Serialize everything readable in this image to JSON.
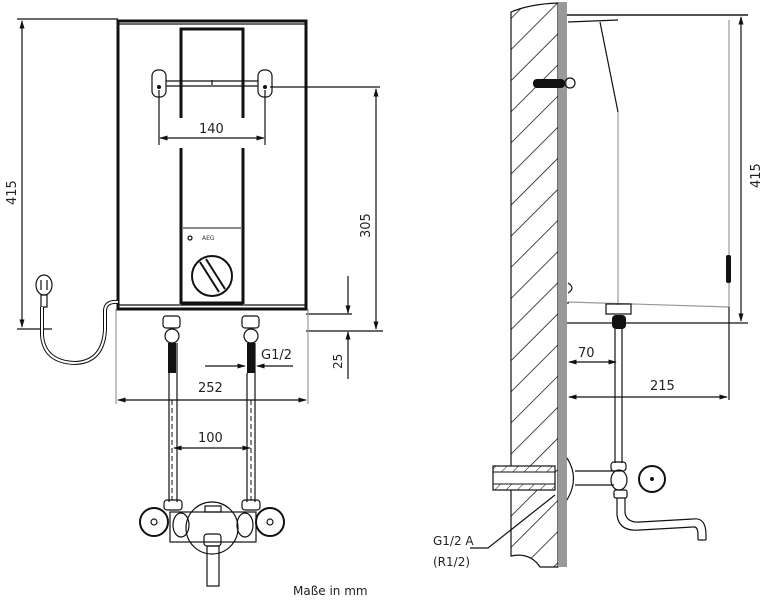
{
  "drawing": {
    "subject": "Wall-mounted instantaneous water heater installation dimensions",
    "brand_mark": "AEG",
    "units_note": "Maße in mm",
    "colors": {
      "line": "#111111",
      "wall_face": "#999999",
      "text": "#222222",
      "background": "#ffffff"
    }
  },
  "front_view": {
    "dimensions": {
      "height_total": "415",
      "bracket_spacing": "140",
      "bracket_to_connection": "305",
      "connection_depth": "25",
      "thread": "G1/2",
      "width_total": "252",
      "pipe_spacing": "100"
    }
  },
  "side_view": {
    "dimensions": {
      "height_total": "415",
      "pipe_to_wall": "70",
      "depth_total": "215"
    },
    "wall_connection": {
      "thread_line1": "G1/2 A",
      "thread_line2": "(R1/2)"
    }
  }
}
